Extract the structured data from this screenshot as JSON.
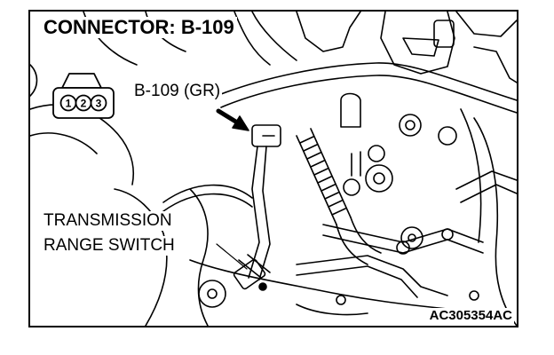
{
  "figure": {
    "title": "CONNECTOR: B-109",
    "connector_label": "B-109 (GR)",
    "pin_numbers": [
      "1",
      "2",
      "3"
    ],
    "part_label_line1": "TRANSMISSION",
    "part_label_line2": "RANGE SWITCH",
    "figure_id": "AC305354AC"
  },
  "colors": {
    "ink": "#000000",
    "paper": "#ffffff"
  }
}
